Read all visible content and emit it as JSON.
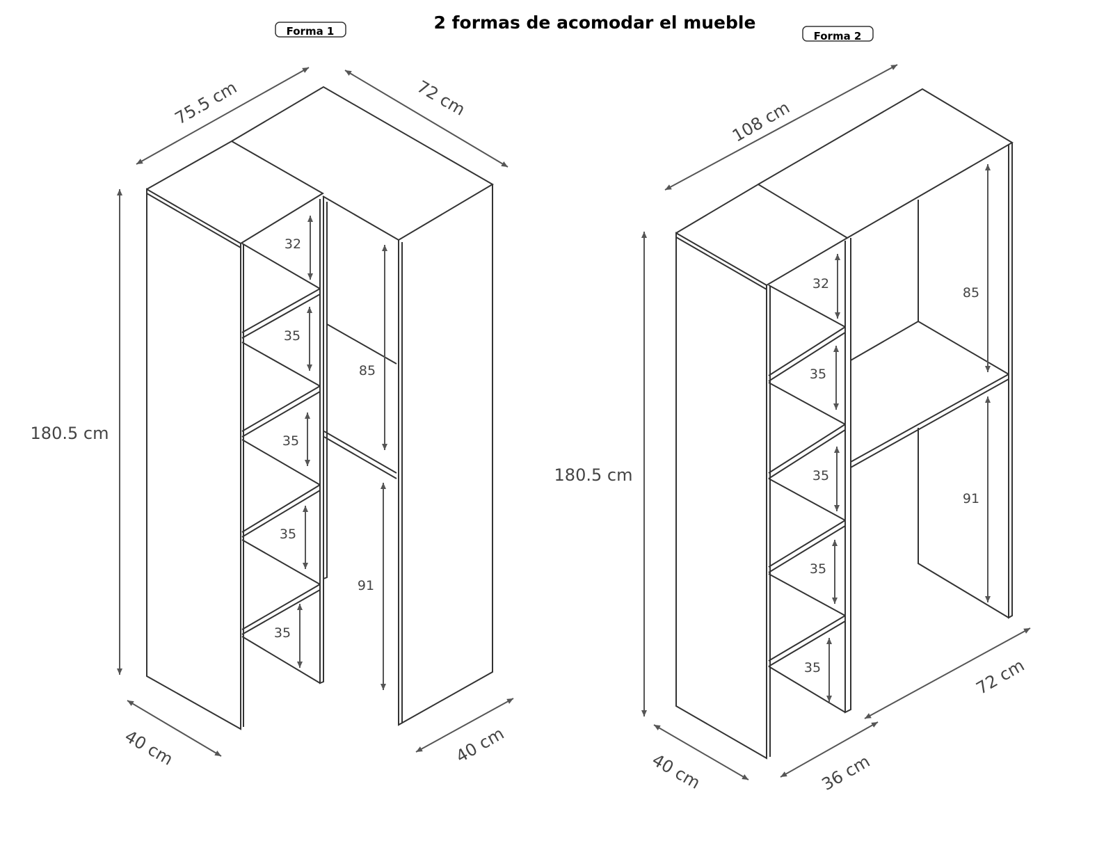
{
  "title": "2 formas de acomodar el mueble",
  "forma1": {
    "label": "Forma 1",
    "width_left": "75.5 cm",
    "width_right": "72 cm",
    "height": "180.5 cm",
    "depth_left": "40 cm",
    "depth_right": "40 cm",
    "shelves": [
      "32",
      "35",
      "35",
      "35",
      "35"
    ],
    "upper": "85",
    "lower": "91"
  },
  "forma2": {
    "label": "Forma 2",
    "width": "108 cm",
    "height": "180.5 cm",
    "depth_left": "40 cm",
    "depth_mid": "36 cm",
    "depth_right": "72 cm",
    "shelves": [
      "32",
      "35",
      "35",
      "35",
      "35"
    ],
    "upper": "85",
    "lower": "91"
  }
}
